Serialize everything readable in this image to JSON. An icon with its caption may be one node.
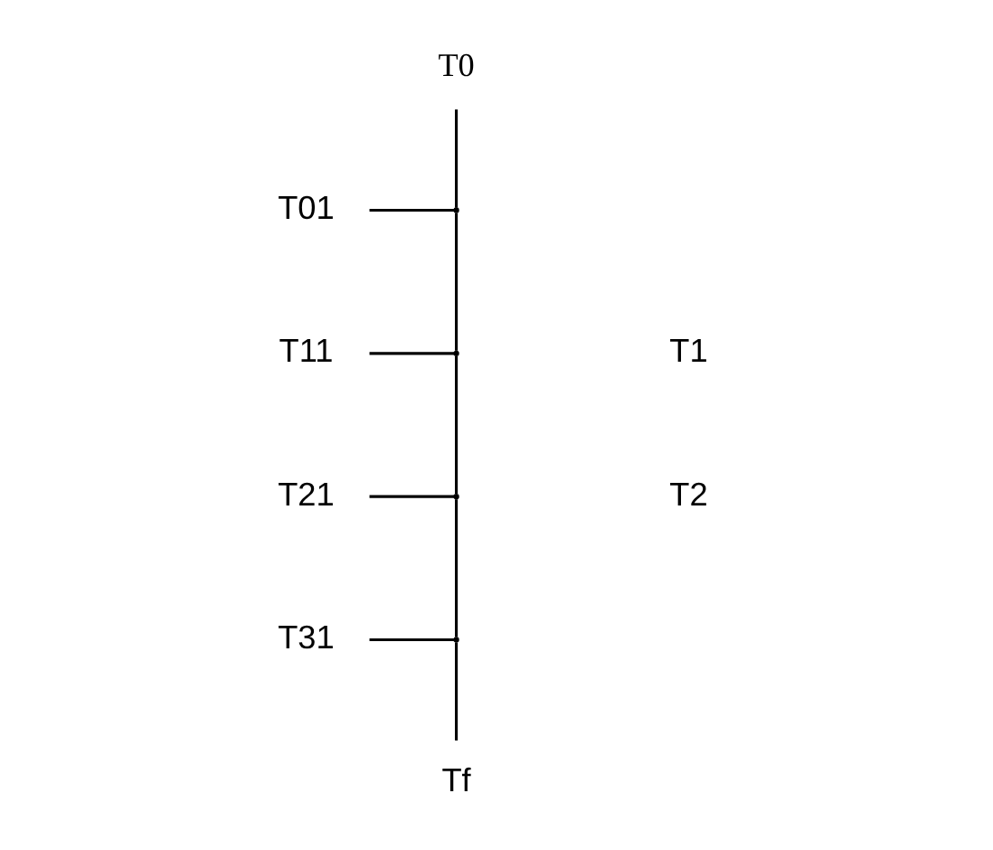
{
  "diagram": {
    "nodes": [
      {
        "text": [
          "T0"
        ]
      },
      {
        "text": [
          "T01"
        ]
      },
      {
        "text": [
          "T11"
        ]
      },
      {
        "text": [
          "T21"
        ]
      },
      {
        "text": [
          "T31"
        ]
      },
      {
        "text": [
          "Tf"
        ]
      },
      {
        "text": [],
        "shape": "point"
      },
      {
        "text": [],
        "shape": "point"
      },
      {
        "text": [],
        "shape": "point"
      },
      {
        "text": [],
        "shape": "point"
      }
    ],
    "edges": [
      {
        "from": 0,
        "to": 6,
        "arrow": "none"
      },
      {
        "from": 6,
        "to": 7,
        "arrow": "none"
      },
      {
        "from": 7,
        "to": 8,
        "arrow": "none"
      },
      {
        "from": 8,
        "to": 9,
        "arrow": "none"
      },
      {
        "from": 9,
        "to": 5,
        "arrow": "none"
      },
      {
        "from": 1,
        "to": 6,
        "arrow": "none"
      },
      {
        "from": 2,
        "to": 7,
        "arrow": "none"
      },
      {
        "from": 3,
        "to": 8,
        "arrow": "none"
      },
      {
        "from": 4,
        "to": 9,
        "arrow": "none"
      }
    ],
    "labels": [
      "T1",
      "T2"
    ]
  }
}
